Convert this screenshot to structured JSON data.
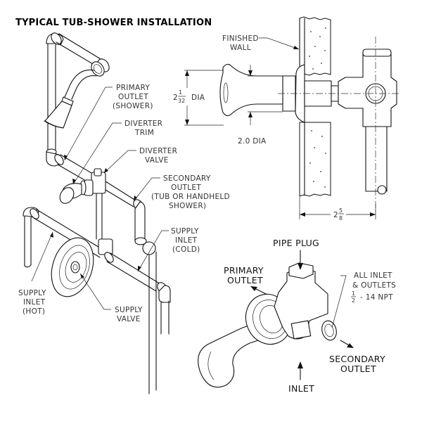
{
  "title": "TYPICAL TUB-SHOWER INSTALLATION",
  "left_diagram": {
    "labels": {
      "primary_outlet": [
        "PRIMARY",
        "OUTLET",
        "(SHOWER)"
      ],
      "diverter_trim": [
        "DIVERTER",
        "TRIM"
      ],
      "diverter_valve": [
        "DIVERTER",
        "VALVE"
      ],
      "secondary_outlet": [
        "SECONDARY",
        "OUTLET",
        "(TUB OR HANDHELD",
        "SHOWER)"
      ],
      "supply_inlet_cold": [
        "SUPPLY",
        "INLET",
        "(COLD)"
      ],
      "supply_inlet_hot": [
        "SUPPLY",
        "INLET",
        "(HOT)"
      ],
      "supply_valve": [
        "SUPPLY",
        "VALVE"
      ]
    }
  },
  "section_view": {
    "finished_wall": [
      "FINISHED",
      "WALL"
    ],
    "handle_dia": {
      "whole": "2",
      "num": "1",
      "den": "32",
      "unit": "DIA"
    },
    "stem_dia": "2.0 DIA",
    "depth": {
      "whole": "2",
      "num": "5",
      "den": "8"
    }
  },
  "valve_detail": {
    "pipe_plug": "PIPE PLUG",
    "primary_outlet": [
      "PRIMARY",
      "OUTLET"
    ],
    "secondary_outlet": [
      "SECONDARY",
      "OUTLET"
    ],
    "inlet": "INLET",
    "thread_note": {
      "line1": "ALL INLET",
      "line2": "& OUTLETS",
      "num": "1",
      "den": "2",
      "spec": "- 14 NPT"
    }
  }
}
